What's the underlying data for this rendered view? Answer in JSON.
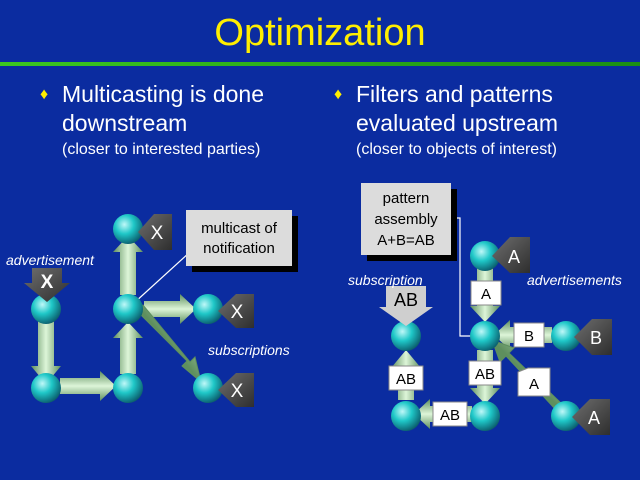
{
  "slide": {
    "title": "Optimization"
  },
  "left": {
    "bullet_line1": "Multicasting is done",
    "bullet_line2": "downstream",
    "bullet_sub": "(closer to interested parties)",
    "label_advertisement": "advertisement",
    "label_subscriptions": "subscriptions",
    "callout_line1": "multicast of",
    "callout_line2": "notification",
    "marker_x": "X"
  },
  "right": {
    "bullet_line1": "Filters and patterns",
    "bullet_line2": "evaluated upstream",
    "bullet_sub": "(closer to objects of interest)",
    "label_subscription": "subscription",
    "label_advertisements": "advertisements",
    "callout_line1": "pattern",
    "callout_line2": "assembly",
    "callout_line3": "A+B=AB",
    "marker_ab": "AB",
    "marker_a": "A",
    "marker_b": "B",
    "tag_ab": "AB",
    "tag_a": "A",
    "tag_b": "B"
  },
  "colors": {
    "background": "#0b2ca0",
    "title": "#ffee00",
    "rule": "#2fb81a",
    "node": "#1fc8c8",
    "callout": "#dcdcdc",
    "marker": "#4d4d4d"
  }
}
